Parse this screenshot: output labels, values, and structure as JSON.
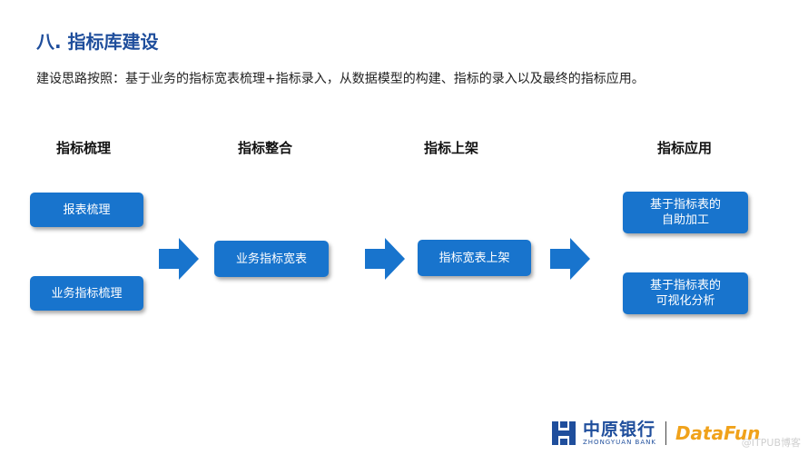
{
  "title": "八. 指标库建设",
  "subtitle": "建设思路按照：基于业务的指标宽表梳理+指标录入，从数据模型的构建、指标的录入以及最终的指标应用。",
  "columns": [
    {
      "heading": "指标梳理",
      "boxes": [
        "报表梳理",
        "业务指标梳理"
      ]
    },
    {
      "heading": "指标整合",
      "boxes": [
        "业务指标宽表"
      ]
    },
    {
      "heading": "指标上架",
      "boxes": [
        "指标宽表上架"
      ]
    },
    {
      "heading": "指标应用",
      "boxes": [
        "基于指标表的\n自助加工",
        "基于指标表的\n可视化分析"
      ]
    }
  ],
  "footer": {
    "bank_name_cn": "中原银行",
    "bank_name_en": "ZHONGYUAN BANK",
    "partner_logo": "DataFun",
    "watermark": "@ITPUB博客"
  },
  "colors": {
    "title": "#1f4e9c",
    "box_fill": "#1874cd",
    "arrow_fill": "#1874cd",
    "partner_logo": "#f0a21b"
  },
  "icons": [
    "right-arrow-icon",
    "zhongyuan-bank-logo-icon"
  ]
}
